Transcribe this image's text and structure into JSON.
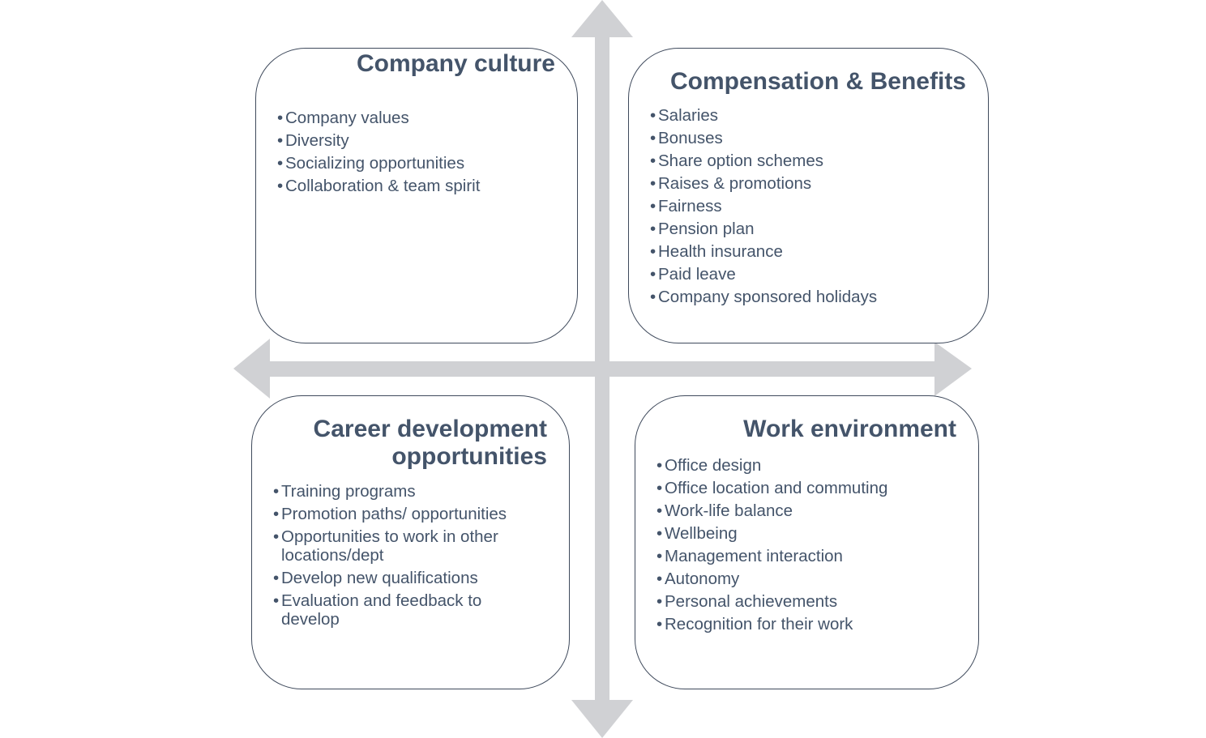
{
  "colors": {
    "axis": "#d0d1d4",
    "text": "#44546a",
    "box_border": "#3f4a5c",
    "background": "#ffffff"
  },
  "bullet_char": "•",
  "quadrants": {
    "company_culture": {
      "title": "Company culture",
      "items": [
        "Company values",
        "Diversity",
        "Socializing opportunities",
        "Collaboration & team spirit"
      ]
    },
    "compensation_benefits": {
      "title": "Compensation & Benefits",
      "items": [
        "Salaries",
        "Bonuses",
        "Share option schemes",
        "Raises & promotions",
        "Fairness",
        "Pension plan",
        "Health insurance",
        "Paid leave",
        "Company sponsored holidays"
      ]
    },
    "career_development": {
      "title": "Career development opportunities",
      "items": [
        "Training programs",
        "Promotion paths/ opportunities",
        "Opportunities to work in other locations/dept",
        "Develop new qualifications",
        "Evaluation and feedback to develop"
      ]
    },
    "work_environment": {
      "title": "Work environment",
      "items": [
        "Office design",
        "Office location and commuting",
        "Work-life balance",
        "Wellbeing",
        "Management interaction",
        "Autonomy",
        "Personal achievements",
        "Recognition for their work"
      ]
    }
  }
}
